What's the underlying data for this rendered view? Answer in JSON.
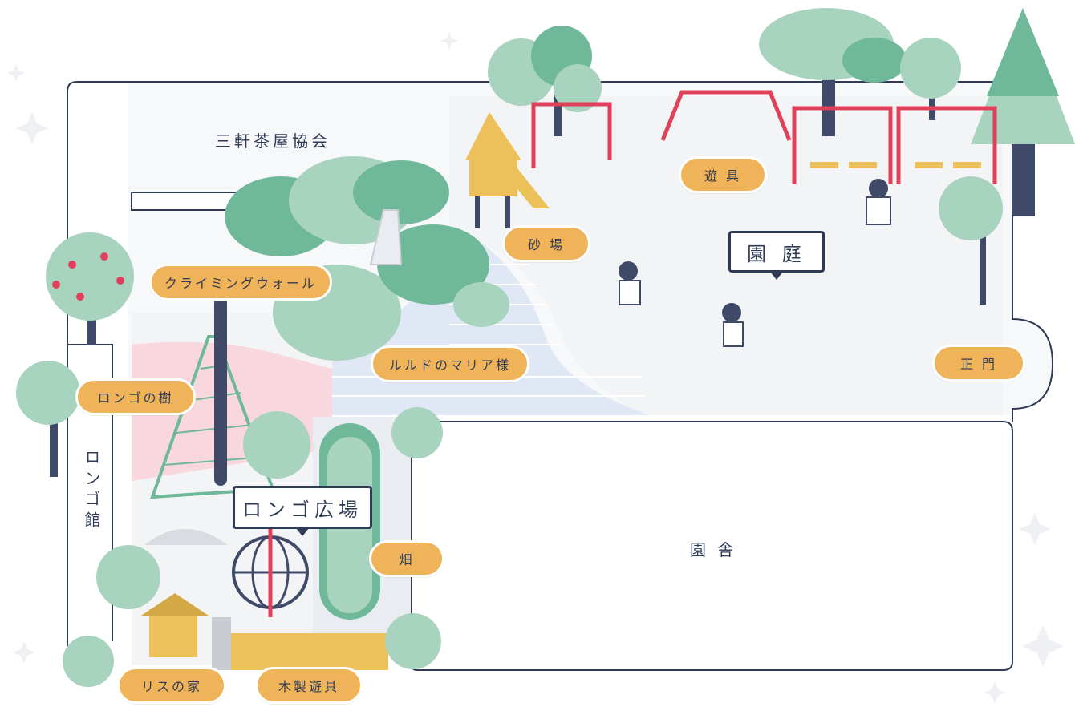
{
  "labels": {
    "sangenjaya": "三軒茶屋協会",
    "longo_building": "ロンゴ館",
    "school_building": "園 舎",
    "garden_sign": "園 庭",
    "longo_plaza_sign": "ロンゴ広場"
  },
  "pills": {
    "playground_equipment": "遊 具",
    "sandbox": "砂 場",
    "climbing_wall": "クライミングウォール",
    "lourdes_mary": "ルルドのマリア様",
    "main_gate": "正 門",
    "longo_tree": "ロンゴの樹",
    "field": "畑",
    "squirrel_house": "リスの家",
    "wooden_playground": "木製遊具"
  },
  "colors": {
    "outline": "#2f3a55",
    "pill": "#efb35a",
    "tree_light": "#a8d3bf",
    "tree_dark": "#6fb89a",
    "swing_red": "#e0405a",
    "wood_yellow": "#ecc15a",
    "ground": "#f3f4f6",
    "brick": "#dfe8f4",
    "pink": "#f8d8de"
  }
}
